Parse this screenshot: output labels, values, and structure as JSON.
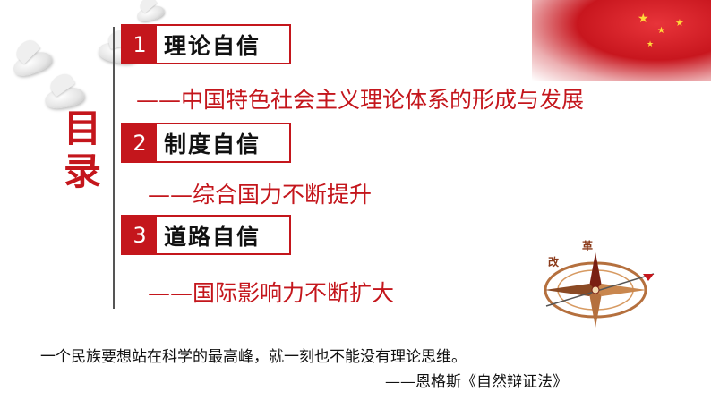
{
  "heading": {
    "line1": "目",
    "line2": "录"
  },
  "items": [
    {
      "number": "1",
      "label": "理论自信",
      "subtitle": "——中国特色社会主义理论体系的形成与发展"
    },
    {
      "number": "2",
      "label": "制度自信",
      "subtitle": "——综合国力不断提升"
    },
    {
      "number": "3",
      "label": "道路自信",
      "subtitle": "——国际影响力不断扩大"
    }
  ],
  "compass": {
    "char_left": "改",
    "char_right": "革"
  },
  "quote": {
    "text": "一个民族要想站在科学的最高峰，就一刻也不能没有理论思维。",
    "source": "——恩格斯《自然辩证法》"
  },
  "colors": {
    "accent": "#c4161c"
  }
}
